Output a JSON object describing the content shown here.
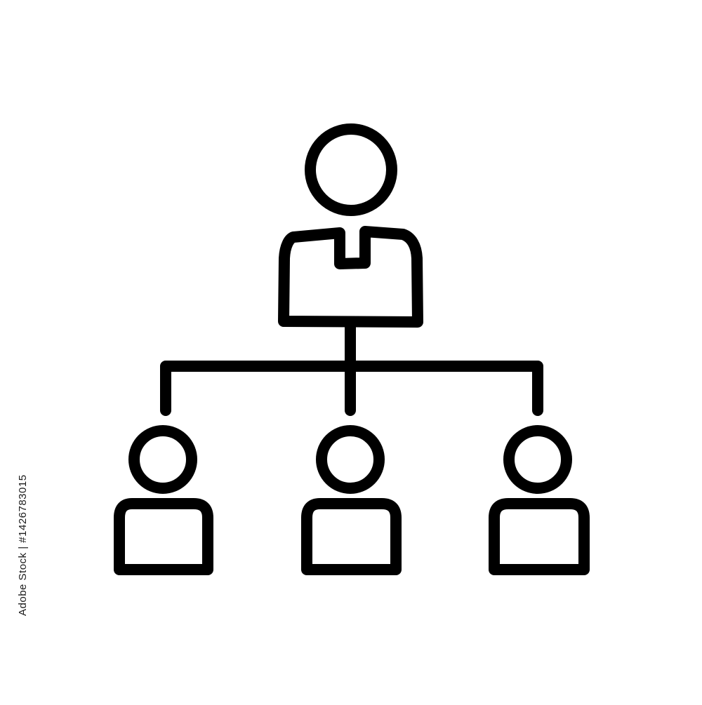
{
  "colors": {
    "background": "#ffffff",
    "stroke": "#000000",
    "stock_text": "#1a1a1a"
  },
  "icon": {
    "name": "organization-hierarchy-icon",
    "nodes": [
      {
        "role": "top",
        "icon": "manager-person-icon"
      },
      {
        "role": "child",
        "icon": "person-icon"
      },
      {
        "role": "child",
        "icon": "person-icon"
      },
      {
        "role": "child",
        "icon": "person-icon"
      }
    ]
  },
  "stock_id": "Adobe Stock | #142678301​5"
}
